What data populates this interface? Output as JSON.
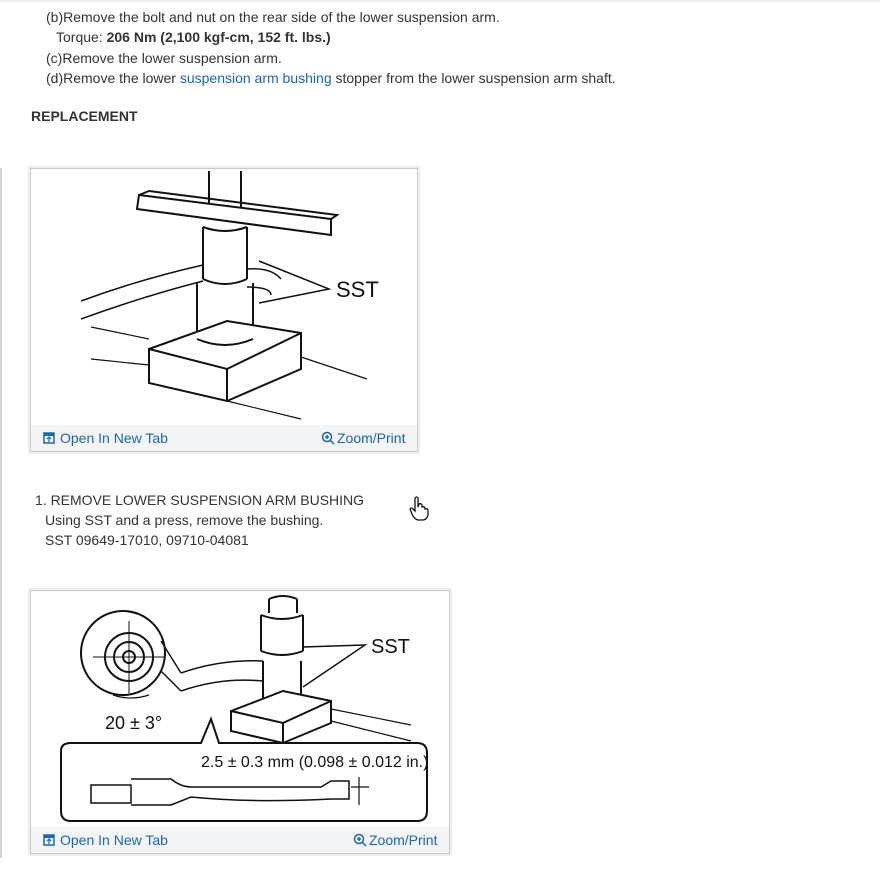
{
  "steps_top": {
    "b": {
      "prefix": "(b)",
      "text": "Remove the bolt and nut on the rear side of the lower suspension arm."
    },
    "torque": {
      "label": "Torque: ",
      "value": "206 Nm (2,100 kgf-cm, 152 ft. lbs.)"
    },
    "c": {
      "prefix": "(c)",
      "text": "Remove the lower suspension arm."
    },
    "d": {
      "prefix": "(d)",
      "before": "Remove the lower ",
      "link": "suspension arm bushing",
      "after": " stopper from the lower suspension arm shaft."
    }
  },
  "heading": "REPLACEMENT",
  "figure1": {
    "label_sst": "SST",
    "open_tab": "Open In New Tab",
    "zoom": "Zoom/Print"
  },
  "step1": {
    "title": "1. REMOVE LOWER SUSPENSION ARM BUSHING",
    "line1": "Using SST and a press, remove the bushing.",
    "line2": "SST 09649-17010, 09710-04081"
  },
  "figure2": {
    "label_sst": "SST",
    "angle": "20 ± 3°",
    "dimension": "2.5 ± 0.3 mm (0.098 ± 0.012 in.)",
    "open_tab": "Open In New Tab",
    "zoom": "Zoom/Print"
  },
  "icons": [
    "open-in-new-tab-icon",
    "zoom-icon",
    "hand-cursor-icon"
  ],
  "colors": {
    "link": "#1a66b3",
    "text": "#333333",
    "bar": "#f3f4f6"
  }
}
